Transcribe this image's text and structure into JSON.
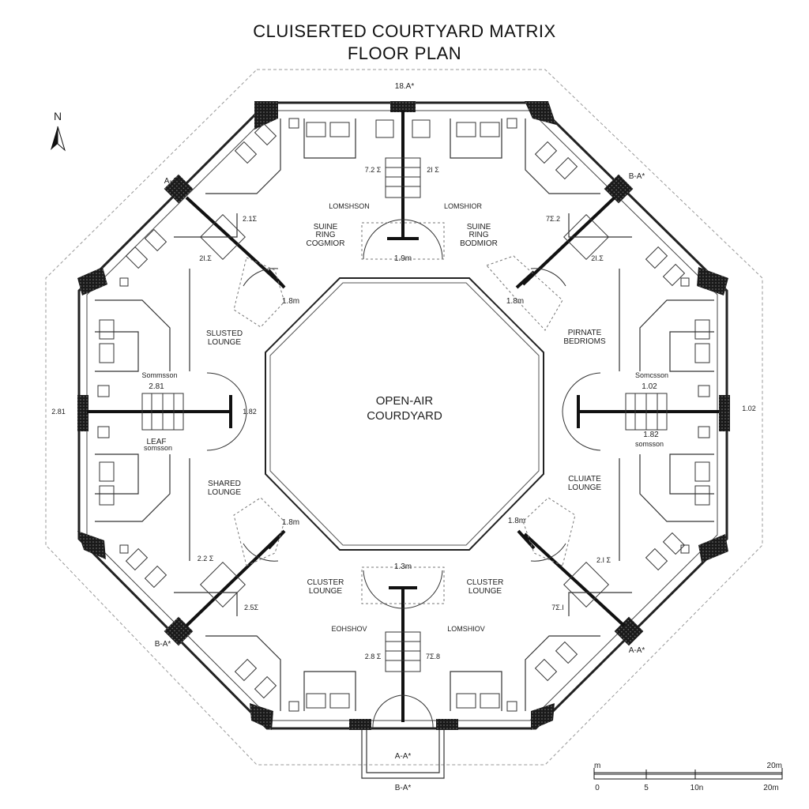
{
  "title": {
    "line1": "CLUISERTED COURTYARD MATRIX",
    "line2": "FLOOR PLAN"
  },
  "north": {
    "label": "N",
    "icon": "north-arrow-icon"
  },
  "courtyard": {
    "line1": "OPEN-AIR",
    "line2": "COURDYARD"
  },
  "rooms": {
    "top_left": {
      "line1": "SUINE",
      "line2": "RING",
      "line3": "COGMIOR"
    },
    "top_right": {
      "line1": "SUINE",
      "line2": "RING",
      "line3": "BODMIOR"
    },
    "left_upper": {
      "line1": "SLUSTED",
      "line2": "LOUNGE"
    },
    "right_upper": {
      "line1": "PIRNATE",
      "line2": "BEDRIOMS"
    },
    "left_lower": {
      "line1": "SHARED",
      "line2": "LOUNGE"
    },
    "right_lower": {
      "line1": "CLUIATE",
      "line2": "LOUNGE"
    },
    "bottom_left": {
      "line1": "CLUSTER",
      "line2": "LOUNGE"
    },
    "bottom_right": {
      "line1": "CLUSTER",
      "line2": "LOUNGE"
    },
    "left_leaf": "LEAF"
  },
  "dimensions": {
    "top": "1.9m",
    "bottom": "1.3m",
    "upper_left_door": "1.8m",
    "upper_right_door": "1.8m",
    "lower_left_door": "1.8m",
    "lower_right_door": "1.8m",
    "left_side": "2.81",
    "right_side": "1.02",
    "right_side_2": "1.82"
  },
  "section_markers": {
    "top": "18.A*",
    "top_left": "A-A*",
    "top_right": "B-A*",
    "bottom_left": "B-A*",
    "bottom_right": "A-A*",
    "bottom_entry": "A-A*",
    "bottom_below": "B-A*"
  },
  "stair_tags": {
    "top_l": "7.2 Σ",
    "top_r": "2Ι Σ",
    "ul": "2.1Σ",
    "ul2": "2Ι.Σ",
    "ur": "7Σ.2",
    "ur2": "2Ι.Σ",
    "ll": "2.2 Σ",
    "ll2": "2.5Σ",
    "lr": "2.Ι Σ",
    "lr2": "7Σ.Ι",
    "bot_l": "2.8 Σ",
    "bot_r": "7Σ.8",
    "l_top": "2.81",
    "r_top": "1.02",
    "r_bot": "1.82"
  },
  "faded_labels": {
    "n1": "LOMSHSON",
    "n2": "LOMSHIOR",
    "e1": "Somcsson",
    "w1": "Sommsson",
    "w2": "somsson",
    "e2": "somsson",
    "s1": "EOHSHOV",
    "s2": "LOMSHIOV"
  },
  "scale_bar": {
    "unit_left": "m",
    "unit_right": "20m",
    "ticks": [
      "0",
      "5",
      "10n",
      "20m"
    ]
  }
}
